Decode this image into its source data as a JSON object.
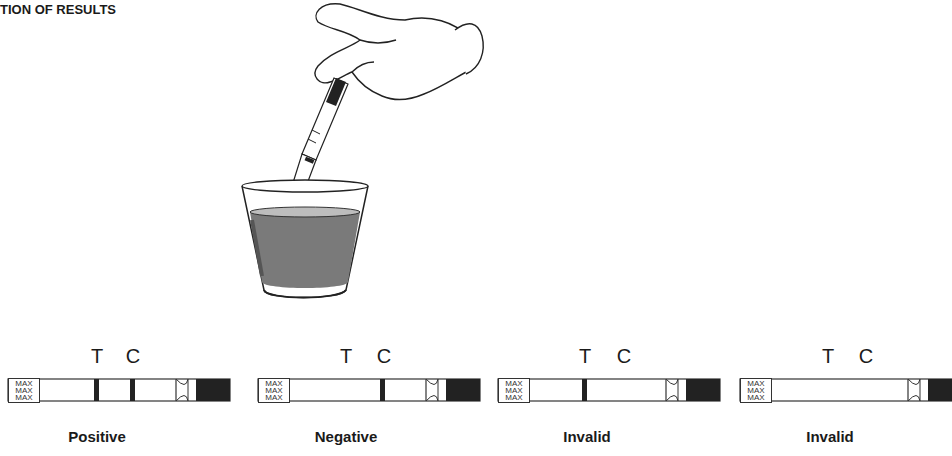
{
  "diagram": {
    "title": "TION OF RESULTS",
    "nodes": [
      {
        "text": [
          "MAX MAX MAX"
        ]
      },
      {
        "text": [
          "MAX MAX MAX"
        ]
      },
      {
        "text": [
          "MAX MAX MAX"
        ]
      },
      {
        "text": [
          "MAX MAX MAX"
        ]
      }
    ],
    "labels": [
      "T",
      "C",
      "T",
      "C",
      "T",
      "C",
      "T",
      "C",
      "Positive",
      "Negative",
      "Invalid",
      "Invalid"
    ]
  }
}
